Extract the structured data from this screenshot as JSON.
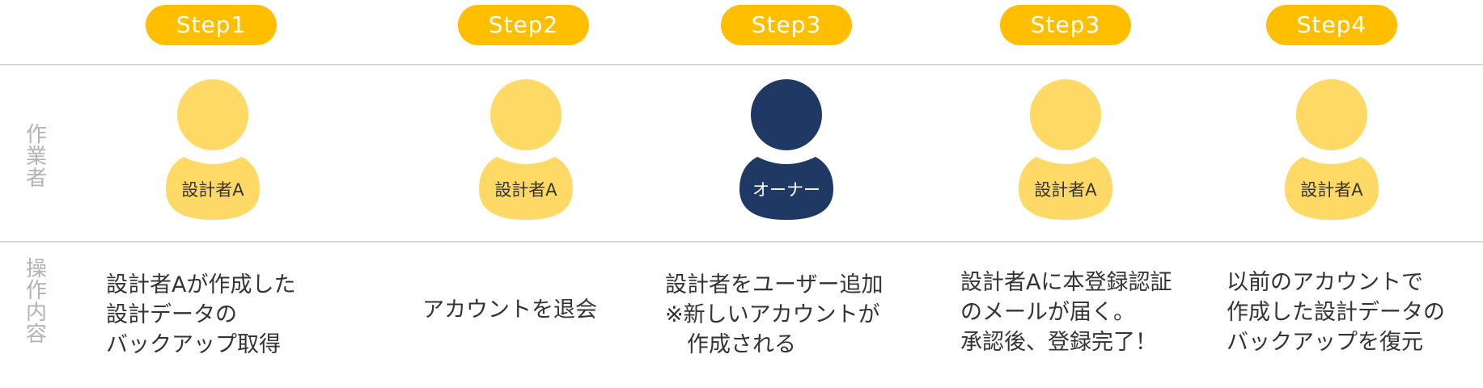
{
  "colors": {
    "pill": "#ffbf00",
    "designer": "#fed966",
    "owner": "#1f3864",
    "divider": "#d6d6d6",
    "row_label": "#b3b3b3"
  },
  "row_labels": {
    "worker": "作\n業\n者",
    "operation": "操\n作\n内\n容"
  },
  "steps": [
    {
      "label": "Step1",
      "role": "設計者A",
      "kind": "designer",
      "description": "設計者Aが作成した\n設計データの\nバックアップ取得"
    },
    {
      "label": "Step2",
      "role": "設計者A",
      "kind": "designer",
      "description": "アカウントを退会"
    },
    {
      "label": "Step3",
      "role": "オーナー",
      "kind": "owner",
      "description": "設計者をユーザー追加\n※新しいアカウントが\n　作成される"
    },
    {
      "label": "Step3",
      "role": "設計者A",
      "kind": "designer",
      "description": "設計者Aに本登録認証\nのメールが届く。\n承認後、登録完了！"
    },
    {
      "label": "Step4",
      "role": "設計者A",
      "kind": "designer",
      "description": "以前のアカウントで\n作成した設計データの\nバックアップを復元"
    }
  ]
}
